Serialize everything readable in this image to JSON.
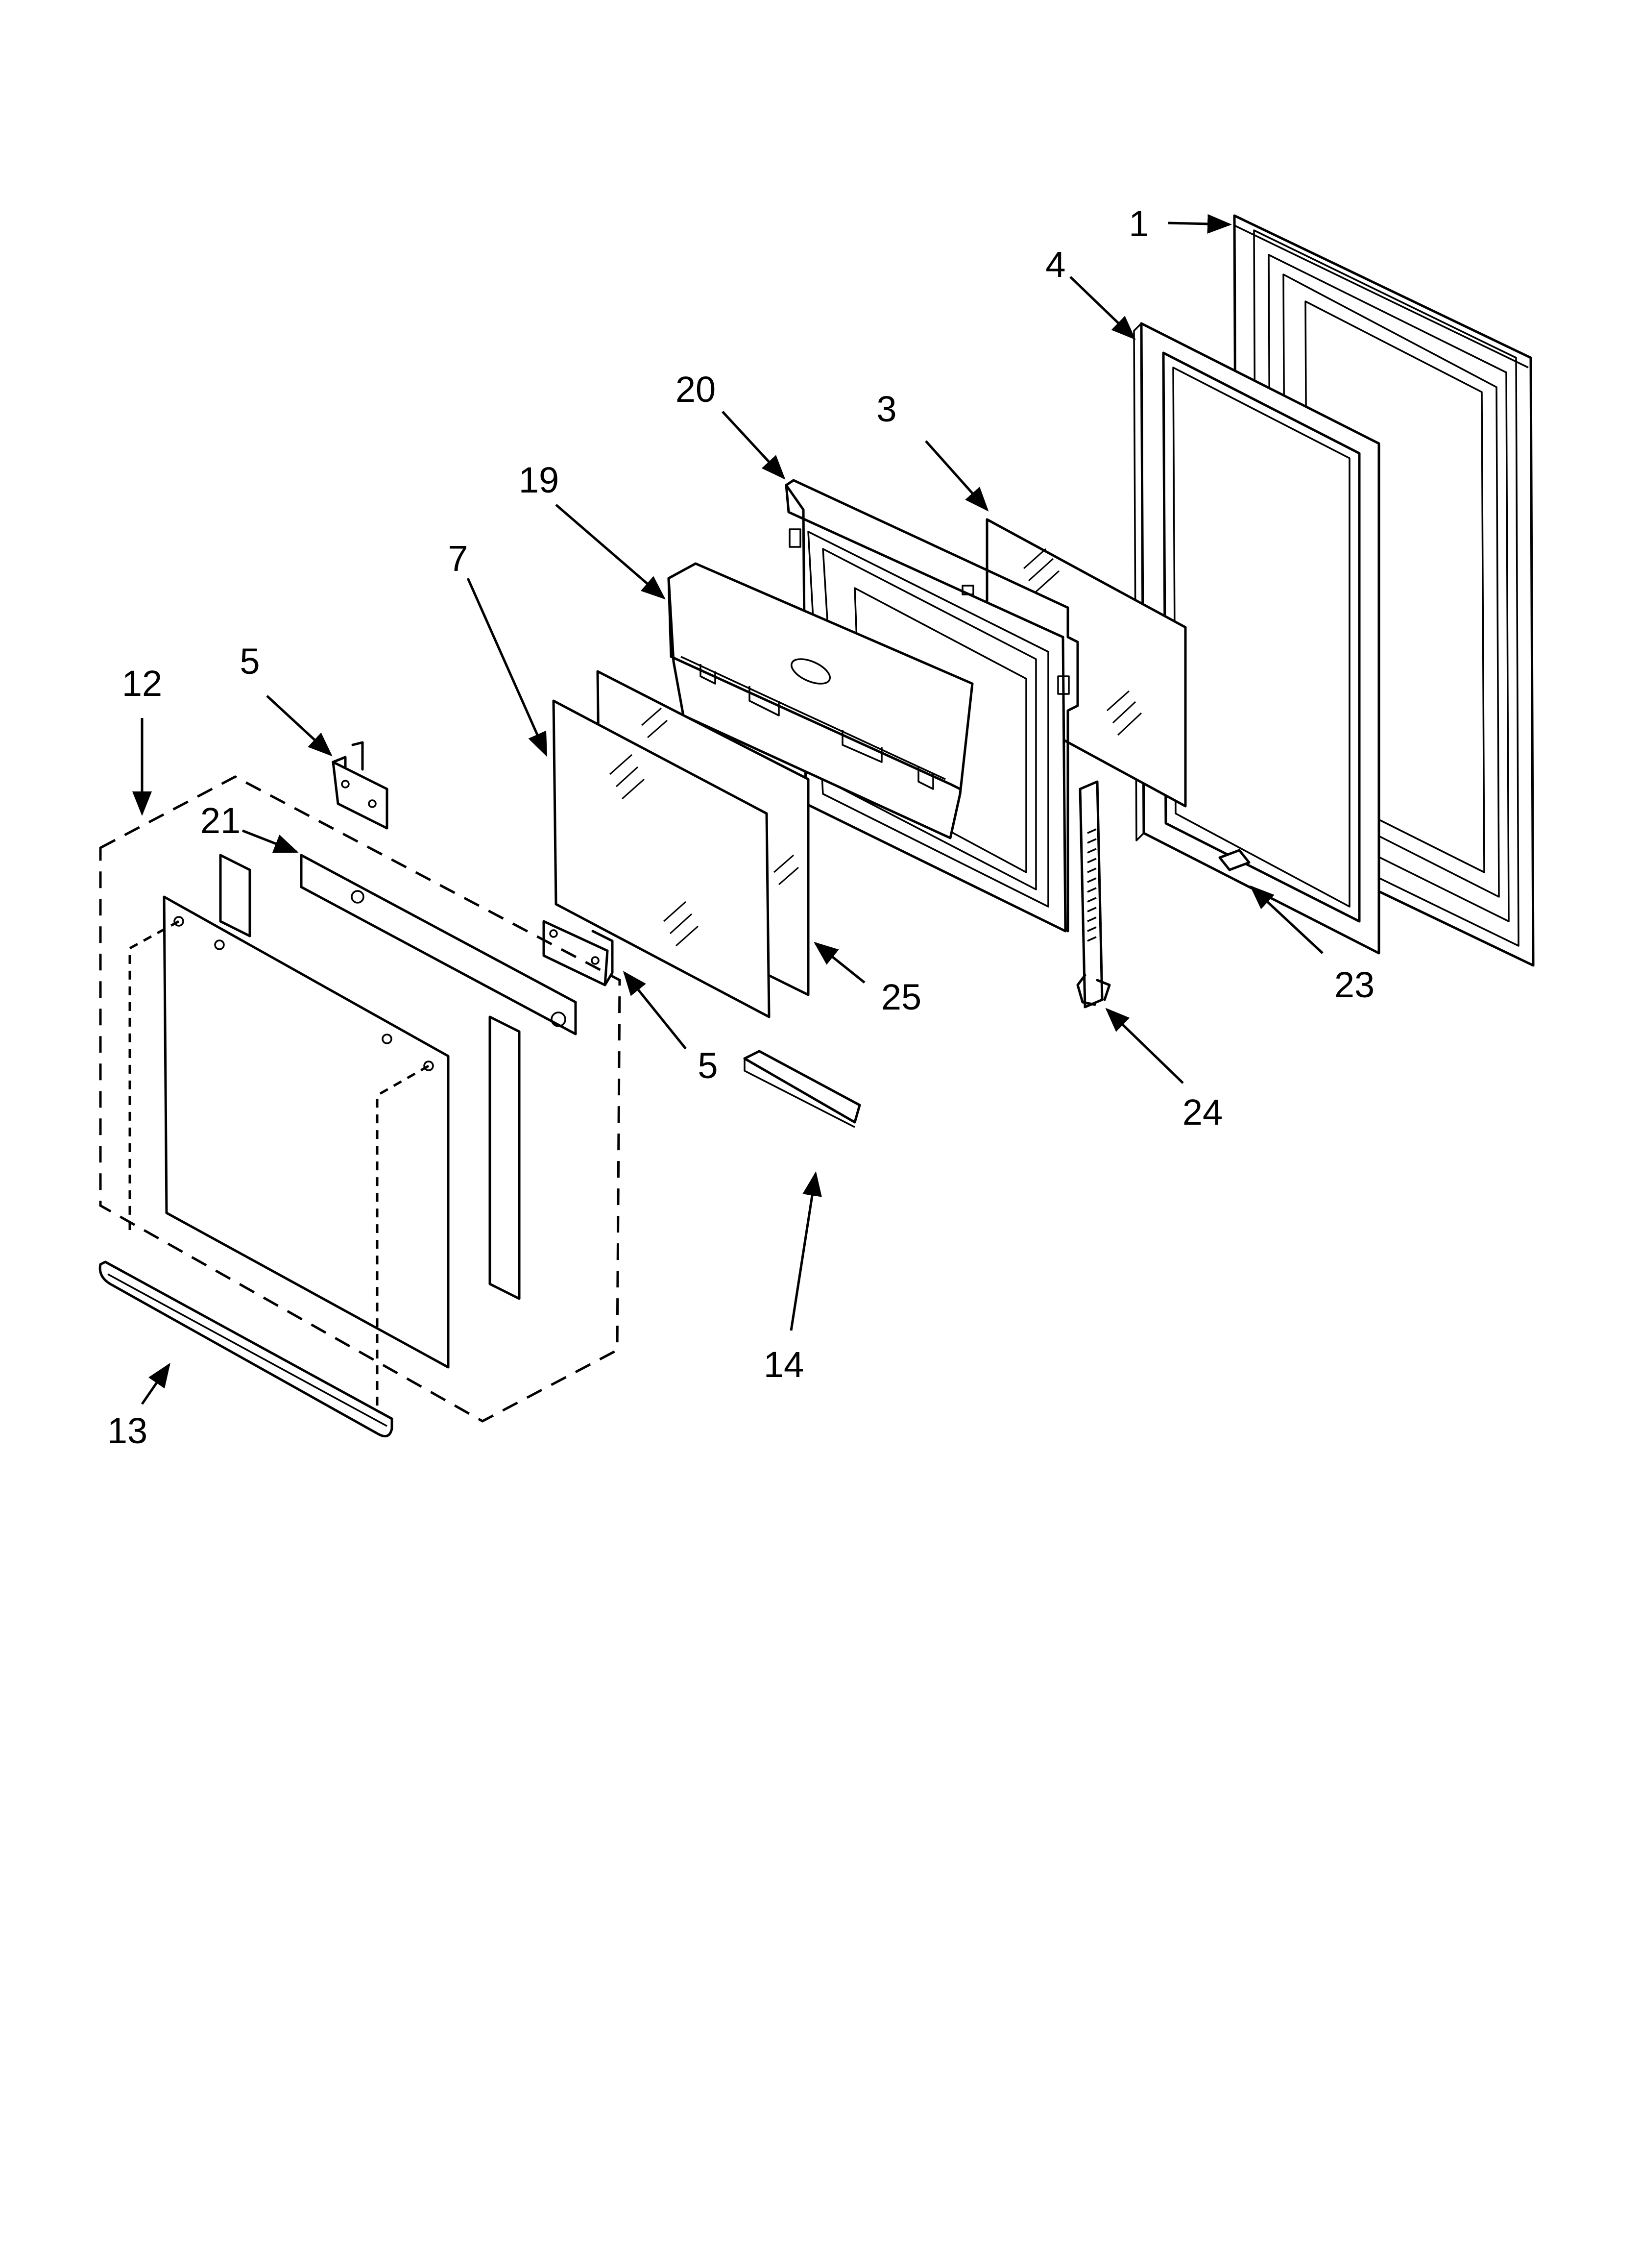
{
  "callouts": {
    "c1": "1",
    "c4": "4",
    "c20": "20",
    "c3": "3",
    "c19": "19",
    "c7": "7",
    "c12": "12",
    "c5a": "5",
    "c21": "21",
    "c5b": "5",
    "c25": "25",
    "c23": "23",
    "c24": "24",
    "c14": "14",
    "c13": "13"
  }
}
